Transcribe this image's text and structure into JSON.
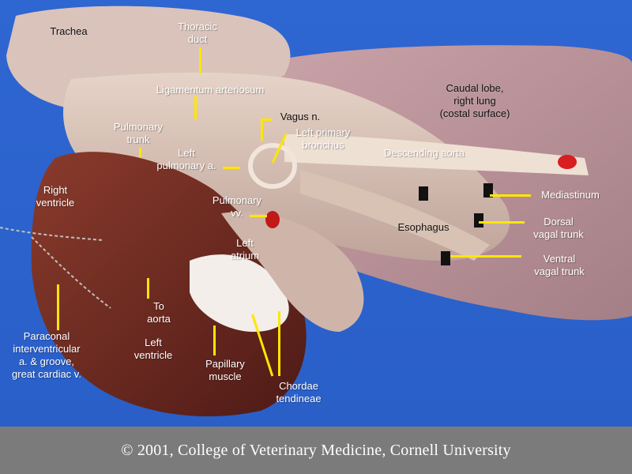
{
  "image": {
    "subject": "Dissected thoracic organs with annotated anatomical structures",
    "background_color": "#2f6bd6",
    "label_color": "#ffffff",
    "leader_color": "#ffe600",
    "footer_color": "#7b7b7b"
  },
  "labels": {
    "trachea": "Trachea",
    "thoracic_duct": "Thoracic\nduct",
    "ligamentum_arteriosum": "Ligamentum arteriosum",
    "caudal_lobe": "Caudal lobe,\nright lung\n(costal surface)",
    "vagus_n": "Vagus n.",
    "left_primary_bronchus": "Left primary\nbronchus",
    "pulmonary_trunk": "Pulmonary\ntrunk",
    "left_pulmonary_a": "Left\npulmonary a.",
    "descending_aorta": "Descending aorta",
    "right_ventricle": "Right\nventricle",
    "mediastinum": "Mediastinum",
    "pulmonary_vv": "Pulmonary\nvv.",
    "dorsal_vagal_trunk": "Dorsal\nvagal trunk",
    "esophagus": "Esophagus",
    "left_atrium": "Left\natrium",
    "ventral_vagal_trunk": "Ventral\nvagal trunk",
    "to_aorta": "To\naorta",
    "left_ventricle": "Left\nventricle",
    "paraconal": "Paraconal\ninterventricular\na. & groove,\ngreat cardiac v.",
    "papillary_muscle": "Papillary\nmuscle",
    "chordae_tendineae": "Chordae\ntendineae"
  },
  "footer": {
    "copyright": "© 2001, College of Veterinary Medicine, Cornell University"
  }
}
